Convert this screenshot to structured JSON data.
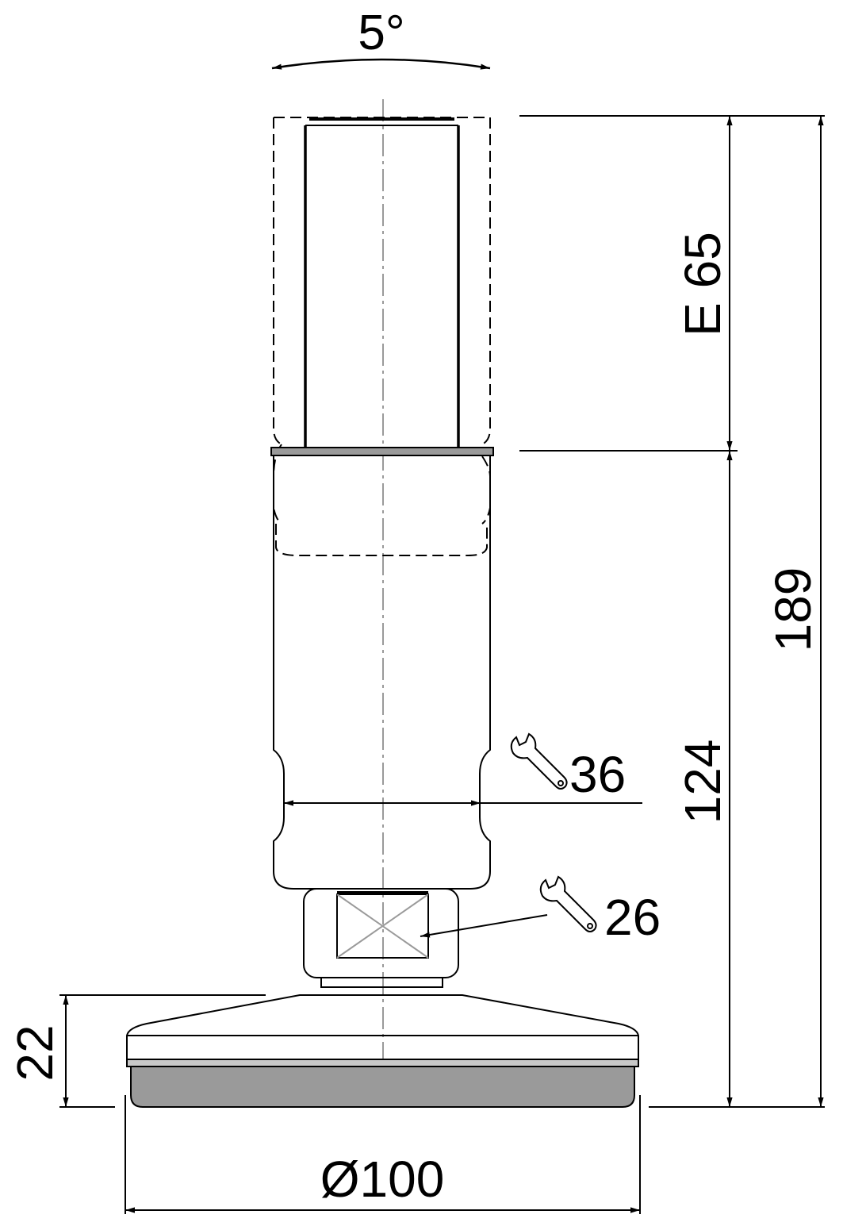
{
  "drawing": {
    "type": "technical drawing - levelling foot",
    "labels": {
      "angle": "5°",
      "extension": "E 65",
      "total_height": "189",
      "body_height": "124",
      "wrench_upper": "36",
      "wrench_lower": "26",
      "base_height": "22",
      "base_diameter": "Ø100"
    },
    "icons": {
      "wrench_upper": "wrench-icon",
      "wrench_lower": "wrench-icon"
    },
    "colors": {
      "line": "#000000",
      "centerline": "#9a9a9a",
      "pad_fill": "#9a9a9a",
      "plate_fill": "#9a9a9a"
    }
  }
}
